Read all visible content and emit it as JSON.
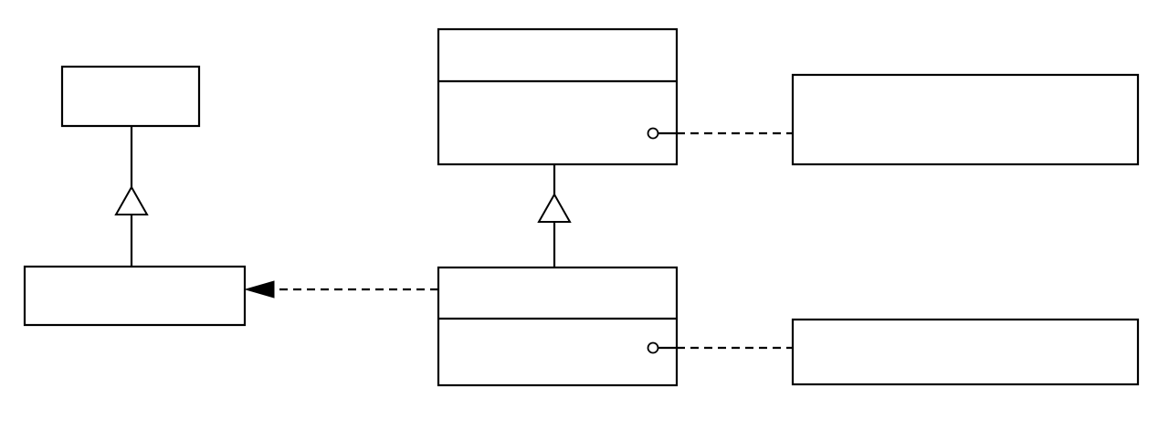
{
  "diagram": {
    "type": "class-diagram",
    "text_labels": "none",
    "classes": [
      {
        "id": "top-left-class",
        "compartments": 1
      },
      {
        "id": "bottom-left-class",
        "compartments": 1
      },
      {
        "id": "top-center-class",
        "compartments": 2
      },
      {
        "id": "bottom-center-class",
        "compartments": 2
      },
      {
        "id": "top-right-note",
        "compartments": 1
      },
      {
        "id": "bottom-right-note",
        "compartments": 1
      }
    ],
    "relationships": [
      {
        "from": "bottom-left-class",
        "to": "top-left-class",
        "kind": "generalization",
        "line": "solid",
        "arrowhead": "hollow-triangle"
      },
      {
        "from": "bottom-center-class",
        "to": "top-center-class",
        "kind": "generalization",
        "line": "solid",
        "arrowhead": "hollow-triangle"
      },
      {
        "from": "bottom-center-class",
        "to": "bottom-left-class",
        "kind": "dependency",
        "line": "dashed",
        "arrowhead": "filled-triangle"
      },
      {
        "from": "top-center-class",
        "to": "top-right-note",
        "kind": "annotation",
        "line": "dashed",
        "endpoint": "small-circle"
      },
      {
        "from": "bottom-center-class",
        "to": "bottom-right-note",
        "kind": "annotation",
        "line": "dashed",
        "endpoint": "small-circle"
      }
    ],
    "colors": {
      "stroke": "#000000",
      "background": "#ffffff"
    }
  }
}
